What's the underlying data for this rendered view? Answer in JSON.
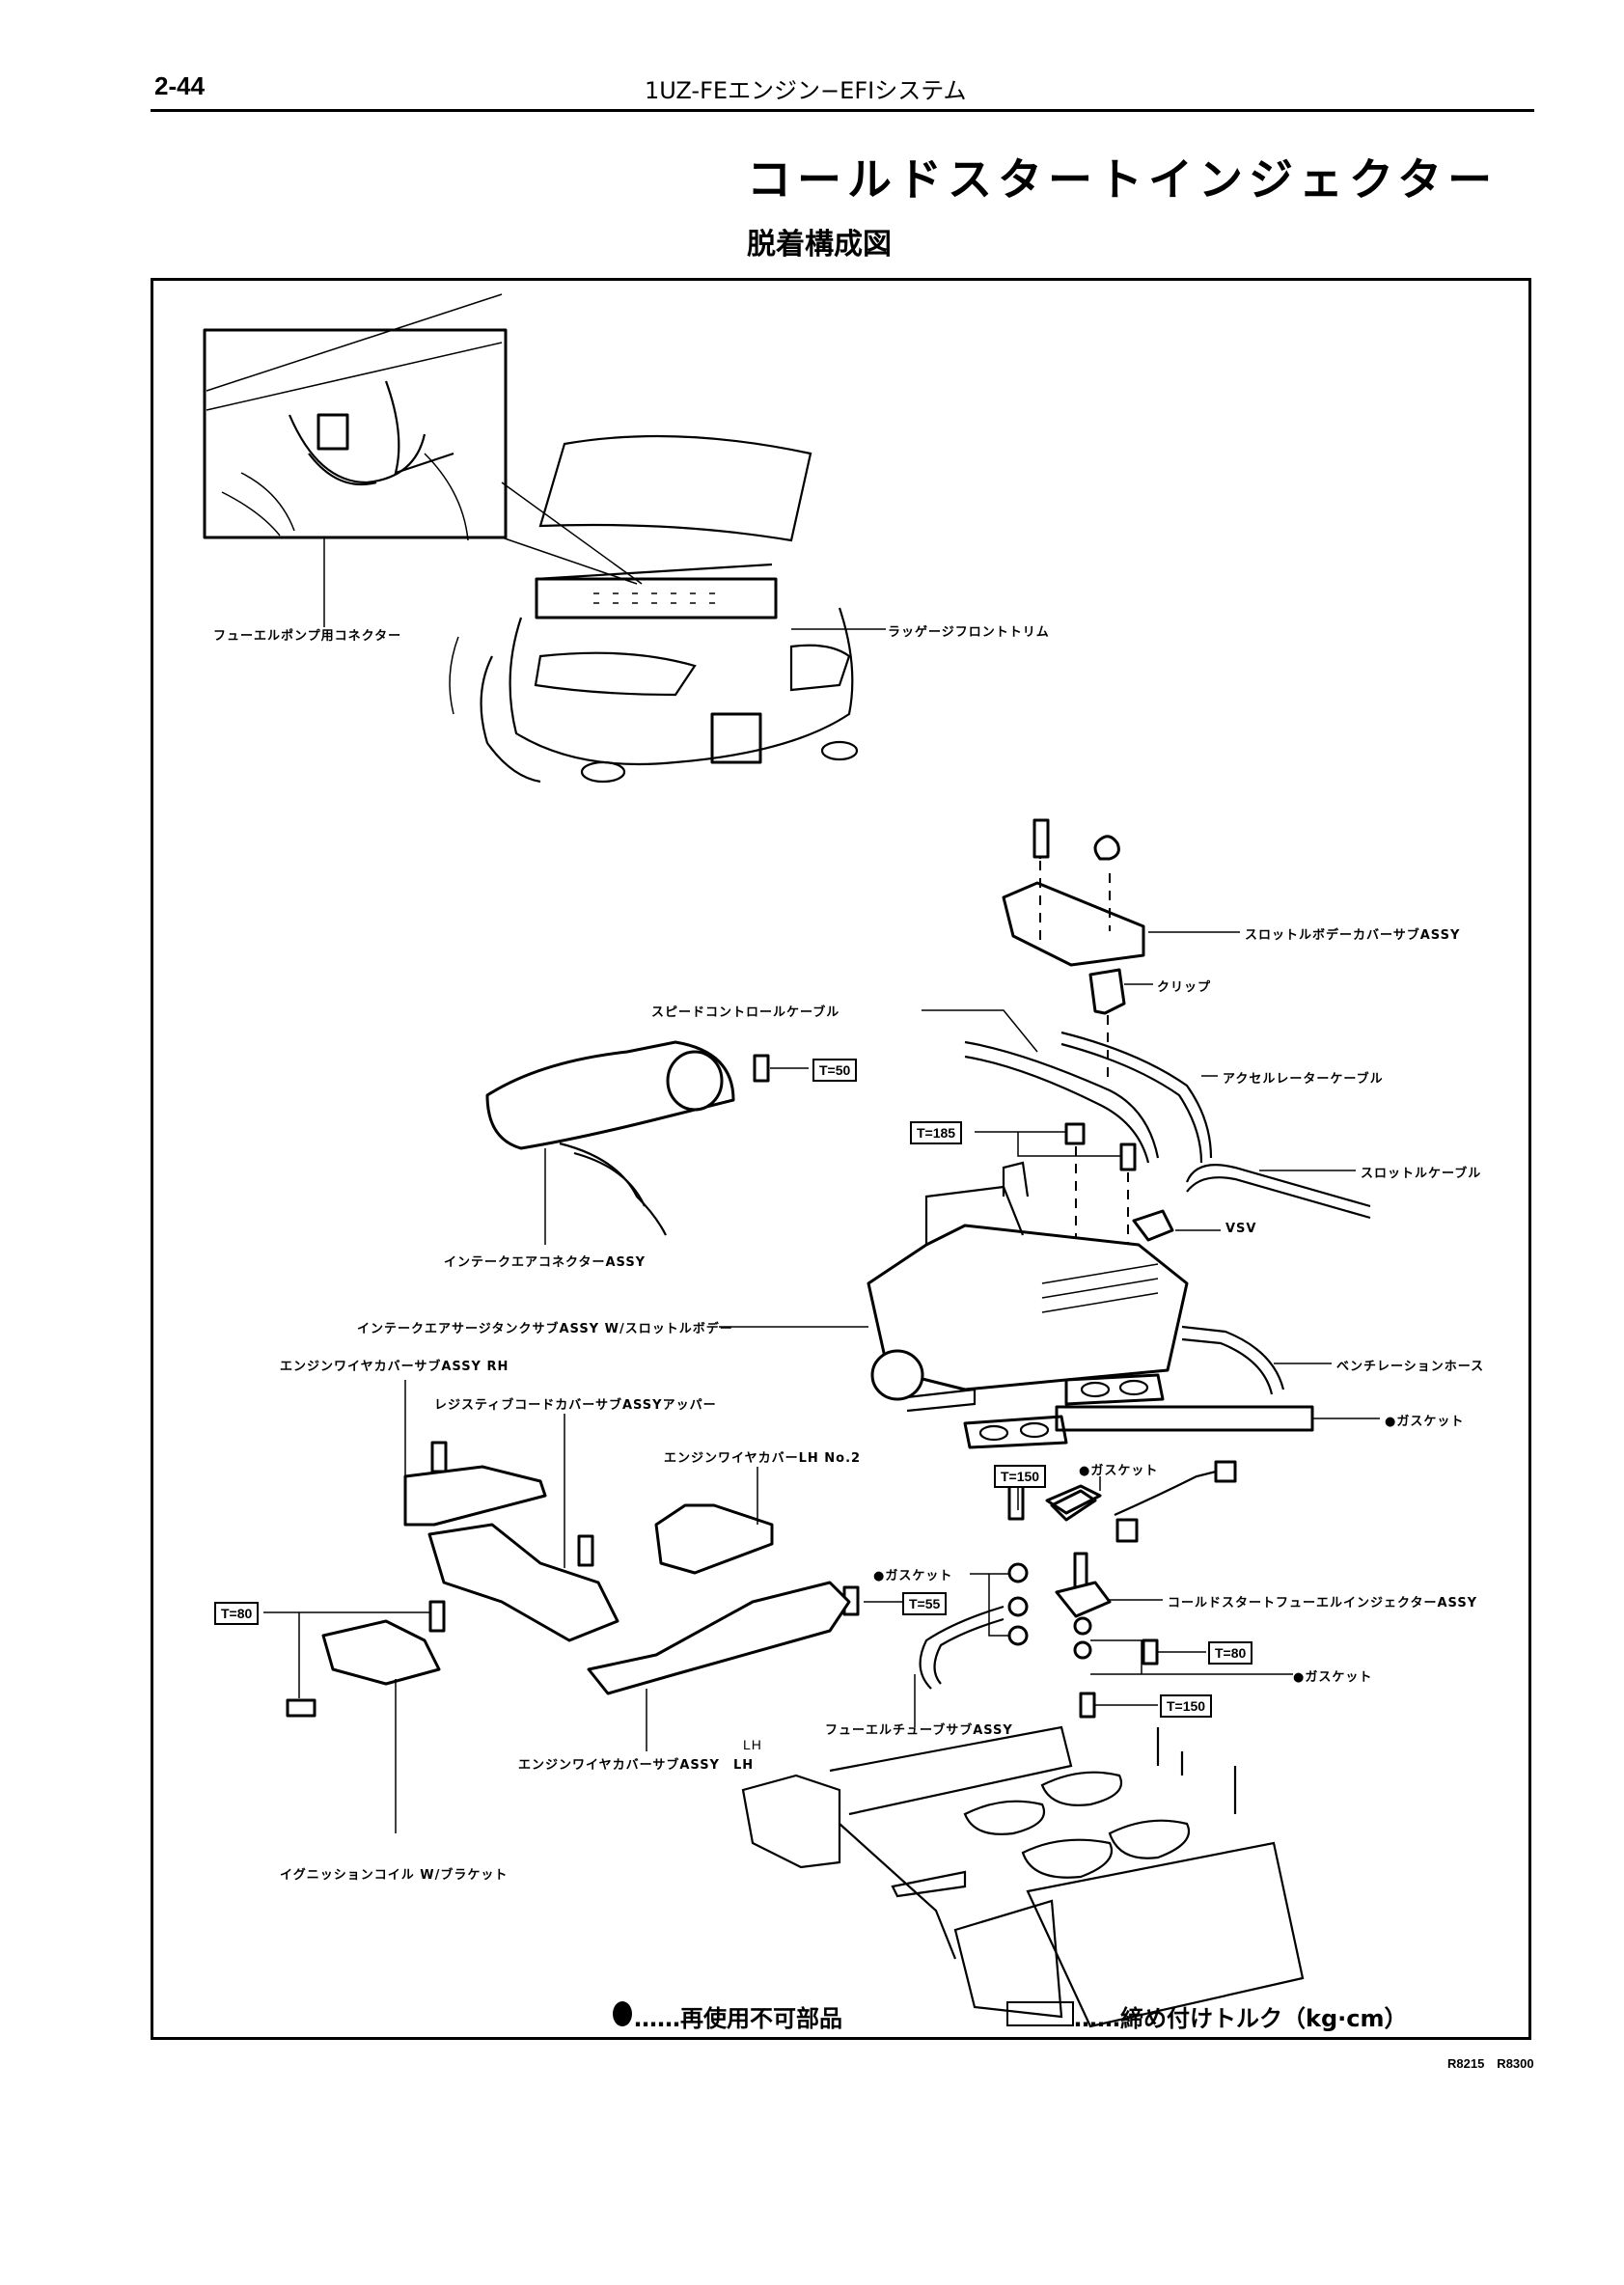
{
  "header": {
    "page_number": "2-44",
    "section": "1UZ-FEエンジン−EFIシステム"
  },
  "title": "コールドスタートインジェクター",
  "subtitle": "脱着構成図",
  "labels": {
    "fuel_pump_connector": "フューエルポンプ用コネクター",
    "luggage_front_trim": "ラッゲージフロントトリム",
    "throttle_body_cover": "スロットルボデーカバーサブASSY",
    "clip": "クリップ",
    "speed_control_cable": "スピードコントロールケーブル",
    "accelerator_cable": "アクセルレーターケーブル",
    "throttle_cable": "スロットルケーブル",
    "vsv": "VSV",
    "intake_air_connector": "インテークエアコネクターASSY",
    "surge_tank": "インテークエアサージタンクサブASSY W/スロットルボデー",
    "wire_cover_rh": "エンジンワイヤカバーサブASSY RH",
    "resistive_cord_cover": "レジスティブコードカバーサブASSYアッパー",
    "ventilation_hose": "ベンチレーションホース",
    "gasket_manifold": "●ガスケット",
    "wire_cover_lh_no2": "エンジンワイヤカバーLH No.2",
    "gasket_injector": "●ガスケット",
    "gasket_union": "●ガスケット",
    "cold_start_injector": "コールドスタートフューエルインジェクターASSY",
    "gasket_lower": "●ガスケット",
    "fuel_tube": "フューエルチューブサブASSY",
    "wire_cover_lh": "エンジンワイヤカバーサブASSY　LH",
    "ignition_coil": "イグニッションコイル W/ブラケット",
    "engine_side": "LH"
  },
  "torques": {
    "t50": "T=50",
    "t185": "T=185",
    "t150_top": "T=150",
    "t55": "T=55",
    "t80_left": "T=80",
    "t80_right": "T=80",
    "t150_bottom": "T=150"
  },
  "legend": {
    "non_reusable": "……再使用不可部品",
    "torque": "……締め付けトルク（kg·cm）"
  },
  "figure_codes": "R8215　R8300"
}
